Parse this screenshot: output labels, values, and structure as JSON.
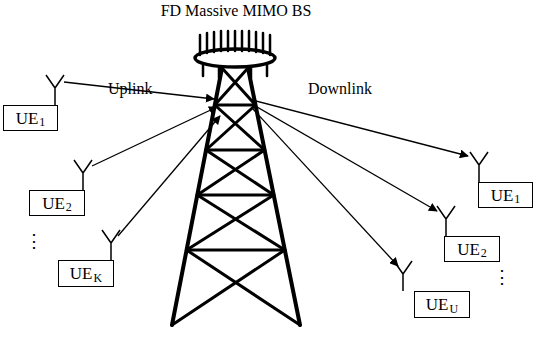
{
  "diagram": {
    "title": "FD Massive MIMO BS",
    "nodes": [
      {
        "text": [
          "UE",
          "1"
        ]
      },
      {
        "text": [
          "UE",
          "2"
        ]
      },
      {
        "text": [
          "UE",
          "K"
        ]
      },
      {
        "text": [
          "UE",
          "1"
        ]
      },
      {
        "text": [
          "UE",
          "2"
        ]
      },
      {
        "text": [
          "UE",
          "U"
        ]
      }
    ],
    "edges": [],
    "labels": [
      "Uplink",
      "Downlink",
      "⋮",
      "⋮"
    ]
  }
}
